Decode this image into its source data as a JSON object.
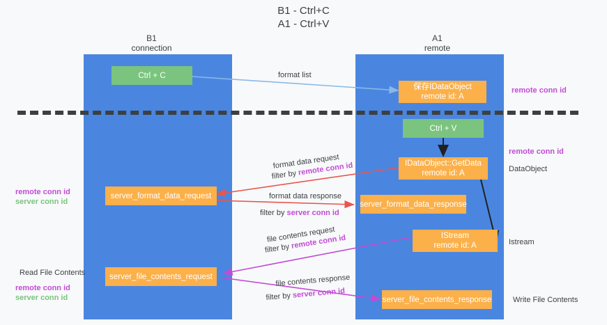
{
  "title": {
    "line1": "B1 - Ctrl+C",
    "line2": "A1 - Ctrl+V"
  },
  "columns": [
    {
      "name": "B1",
      "sub": "connection"
    },
    {
      "name": "A1",
      "sub": "remote"
    }
  ],
  "nodes": {
    "ctrl_c": "Ctrl + C",
    "save_idataobject_line1": "保存IDataObject",
    "save_idataobject_line2": "remote id: A",
    "ctrl_v": "Ctrl + V",
    "getdata_line1": "IDataObject::GetData",
    "getdata_line2": "remote id: A",
    "server_format_data_request": "server_format_data_request",
    "server_format_data_response": "server_format_data_response",
    "istream_line1": "IStream",
    "istream_line2": "remote id: A",
    "server_file_contents_request": "server_file_contents_request",
    "server_file_contents_response": "server_file_contents_response"
  },
  "edge_labels": {
    "format_list": "format list",
    "format_data_request": "format data request",
    "format_data_request_filter_prefix": "filter by ",
    "format_data_request_filter_key": "remote conn id",
    "format_data_response": "format data response",
    "format_data_response_filter_prefix": "filter by ",
    "format_data_response_filter_key": "server conn id",
    "file_contents_request": "file contents request",
    "file_contents_request_filter_prefix": "filter by ",
    "file_contents_request_filter_key": "remote conn id",
    "file_contents_response": "file contents response",
    "file_contents_response_filter_prefix": "filter by ",
    "file_contents_response_filter_key": "server conn id"
  },
  "side_labels": {
    "right_remote_conn_id_top": "remote conn id",
    "right_remote_conn_id_mid": "remote conn id",
    "right_dataobject": "DataObject",
    "right_istream": "Istream",
    "right_write_file_contents": "Write File Contents",
    "left_remote_conn_id_mid": "remote conn id",
    "left_server_conn_id_mid": "server conn id",
    "left_read_file_contents": "Read File Contents",
    "left_remote_conn_id_bottom": "remote conn id",
    "left_server_conn_id_bottom": "server conn id"
  },
  "colors": {
    "lane": "#4a86e0",
    "green_node": "#7ac47f",
    "orange_node": "#fbb04a",
    "purple_text": "#c24bd6",
    "green_text": "#7ac47f",
    "red_arrow": "#e8564f",
    "magenta_arrow": "#c24bd6",
    "light_blue_arrow": "#8ab8e8",
    "black_arrow": "#202124",
    "background": "#f8f9fa"
  }
}
